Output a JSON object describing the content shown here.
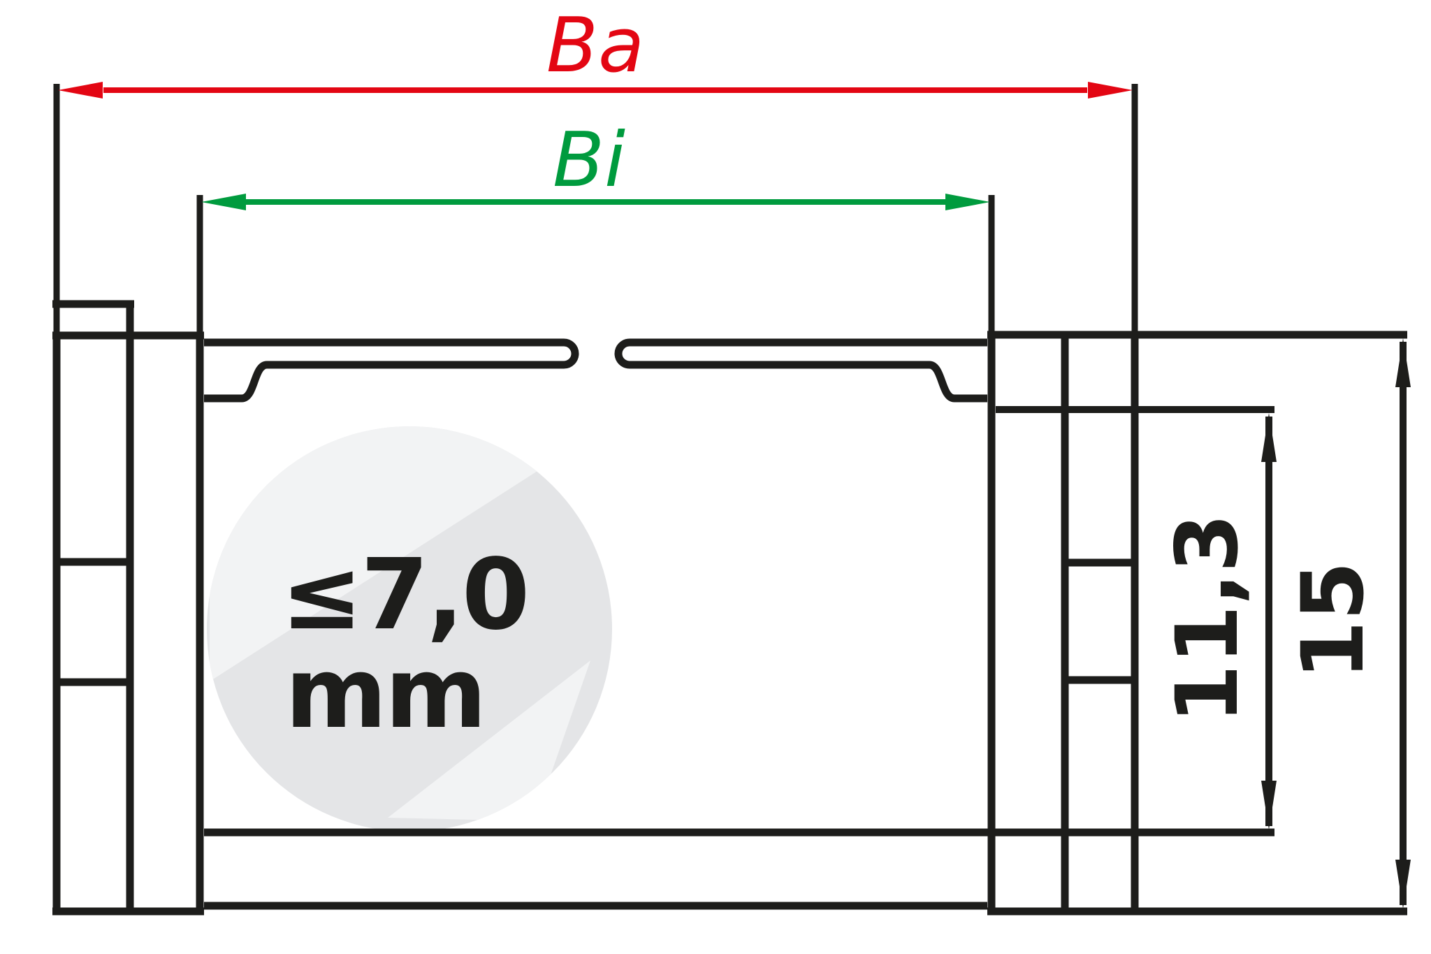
{
  "colors": {
    "background": "#ffffff",
    "line": "#1d1d1b",
    "outer_dim": "#e30613",
    "inner_dim": "#009b3e",
    "circle_fill": "#e4e5e7",
    "watermark_fill": "#f2f3f4"
  },
  "dimensions": {
    "outer_width_label": "Ba",
    "inner_width_label": "Bi",
    "inner_height_value": "11,3",
    "outer_height_value": "15"
  },
  "note": {
    "line1": "≤7,0",
    "line2": "mm"
  }
}
